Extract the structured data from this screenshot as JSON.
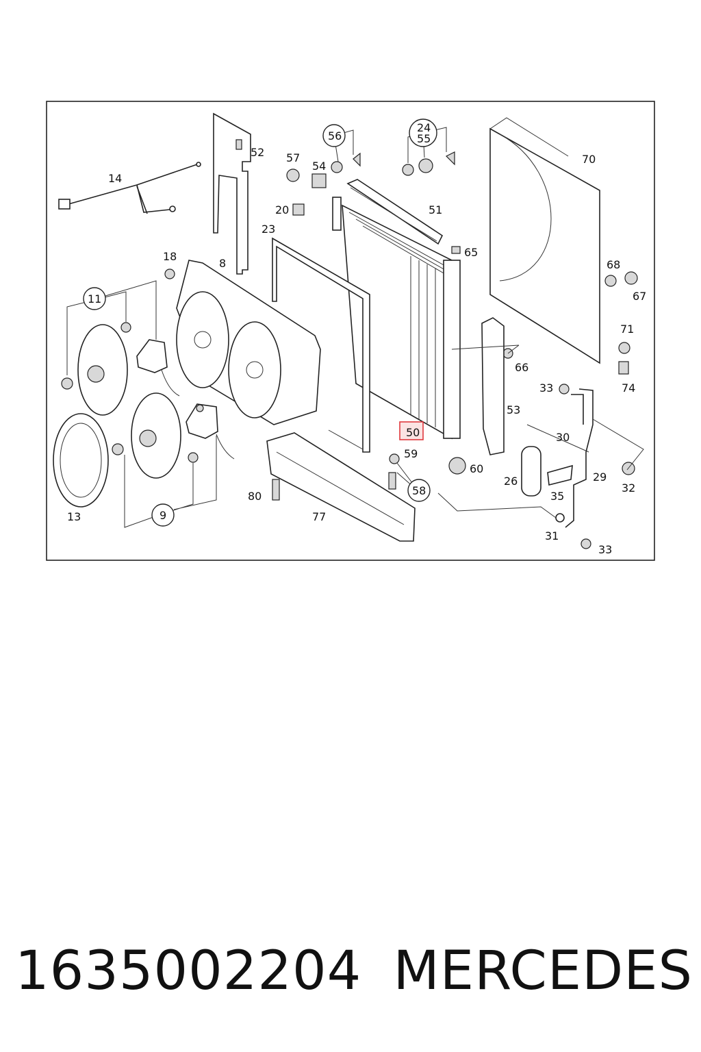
{
  "labels": {
    "l14": "14",
    "l52": "52",
    "l57": "57",
    "l54": "54",
    "l56": "56",
    "l24": "24",
    "l55": "55",
    "l70": "70",
    "l51": "51",
    "l20": "20",
    "l23": "23",
    "l65": "65",
    "l18": "18",
    "l8": "8",
    "l68": "68",
    "l67": "67",
    "l11": "11",
    "l71": "71",
    "l66": "66",
    "l74": "74",
    "l33a": "33",
    "l53": "53",
    "l50": "50",
    "l30": "30",
    "l59": "59",
    "l60": "60",
    "l26": "26",
    "l29": "29",
    "l32": "32",
    "l58": "58",
    "l35": "35",
    "l80": "80",
    "l13": "13",
    "l9": "9",
    "l77": "77",
    "l31": "31",
    "l33b": "33"
  },
  "footer": {
    "part_number": "1635002204",
    "brand": "MERCEDES"
  },
  "highlight": {
    "color": "#e0393e",
    "fill": "#fbe3e3"
  }
}
